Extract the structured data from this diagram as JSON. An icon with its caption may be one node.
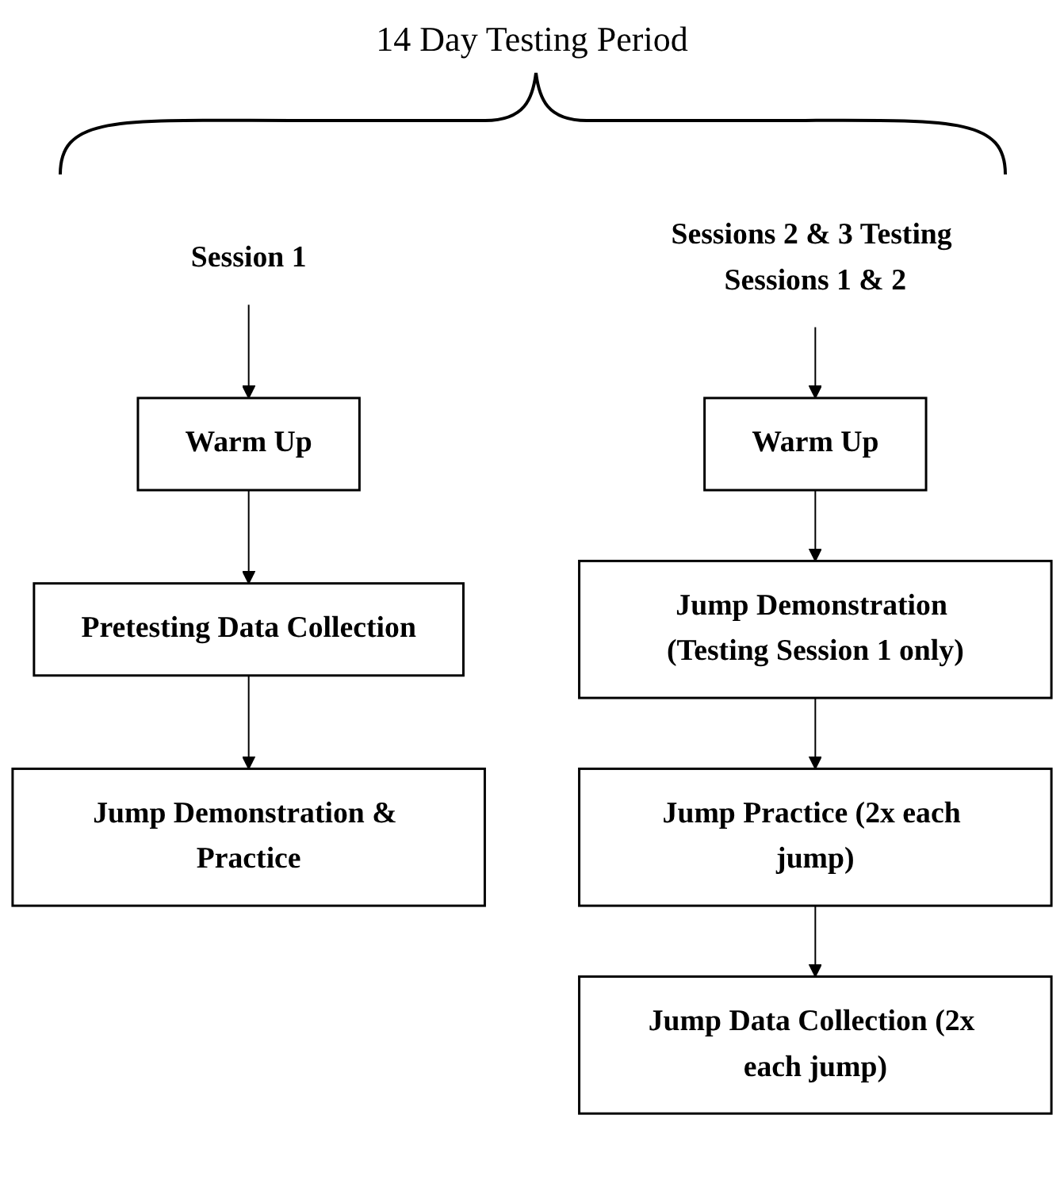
{
  "diagram": {
    "title": "14 Day Testing Period",
    "nodes": [
      {
        "text": [
          "Session 1"
        ]
      },
      {
        "text": [
          "Warm Up"
        ]
      },
      {
        "text": [
          "Pretesting Data Collection"
        ]
      },
      {
        "text": [
          "Jump Demonstration & Practice"
        ]
      },
      {
        "text": [
          "Sessions 2 & 3 Testing Sessions 1 & 2"
        ]
      },
      {
        "text": [
          "Warm Up"
        ]
      },
      {
        "text": [
          "Jump Demonstration (Testing Session 1 only)"
        ]
      },
      {
        "text": [
          "Jump Practice (2x each jump)"
        ]
      },
      {
        "text": [
          "Jump Data Collection (2x each jump)"
        ]
      }
    ],
    "edges": [
      {
        "from": 0,
        "to": 1,
        "arrow": "to"
      },
      {
        "from": 1,
        "to": 2,
        "arrow": "to"
      },
      {
        "from": 2,
        "to": 3,
        "arrow": "to"
      },
      {
        "from": 4,
        "to": 5,
        "arrow": "to"
      },
      {
        "from": 5,
        "to": 6,
        "arrow": "to"
      },
      {
        "from": 6,
        "to": 7,
        "arrow": "to"
      },
      {
        "from": 7,
        "to": 8,
        "arrow": "to"
      }
    ]
  }
}
